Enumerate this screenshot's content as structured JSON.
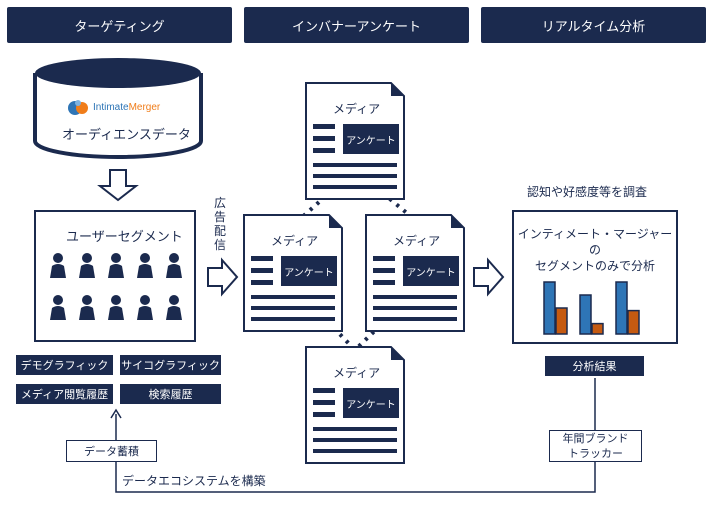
{
  "headers": {
    "targeting": "ターゲティング",
    "in_banner_survey": "インバナーアンケート",
    "realtime_analysis": "リアルタイム分析"
  },
  "database": {
    "logo_text_a": "Intimate",
    "logo_text_b": "Merger",
    "label": "オーディエンスデータ"
  },
  "segment": {
    "title": "ユーザーセグメント",
    "person_count": 10
  },
  "attributes": [
    "デモグラフィック",
    "サイコグラフィック",
    "メディア閲覧履歴",
    "検索履歴"
  ],
  "data_accumulation": "データ蓄積",
  "ecosystem_label": "データエコシステムを構築",
  "ad_delivery_chars": [
    "広",
    "告",
    "配",
    "信"
  ],
  "media": {
    "title": "メディア",
    "survey": "アンケート"
  },
  "analysis": {
    "caption": "認知や好感度等を調査",
    "box_line1": "インティメート・マージャーの",
    "box_line2": "セグメントのみで分析",
    "result": "分析結果",
    "tracker_line1": "年間ブランド",
    "tracker_line2": "トラッカー"
  },
  "colors": {
    "navy": "#1b2a4e",
    "bar_blue": "#2e75b6",
    "bar_orange": "#c55a11",
    "logo_orange": "#f07d1a"
  },
  "bar_chart": {
    "series": [
      {
        "color_key": "bar_blue",
        "values": [
          1.0,
          0.75,
          1.0
        ]
      },
      {
        "color_key": "bar_orange",
        "values": [
          0.5,
          0.2,
          0.45
        ]
      }
    ]
  }
}
